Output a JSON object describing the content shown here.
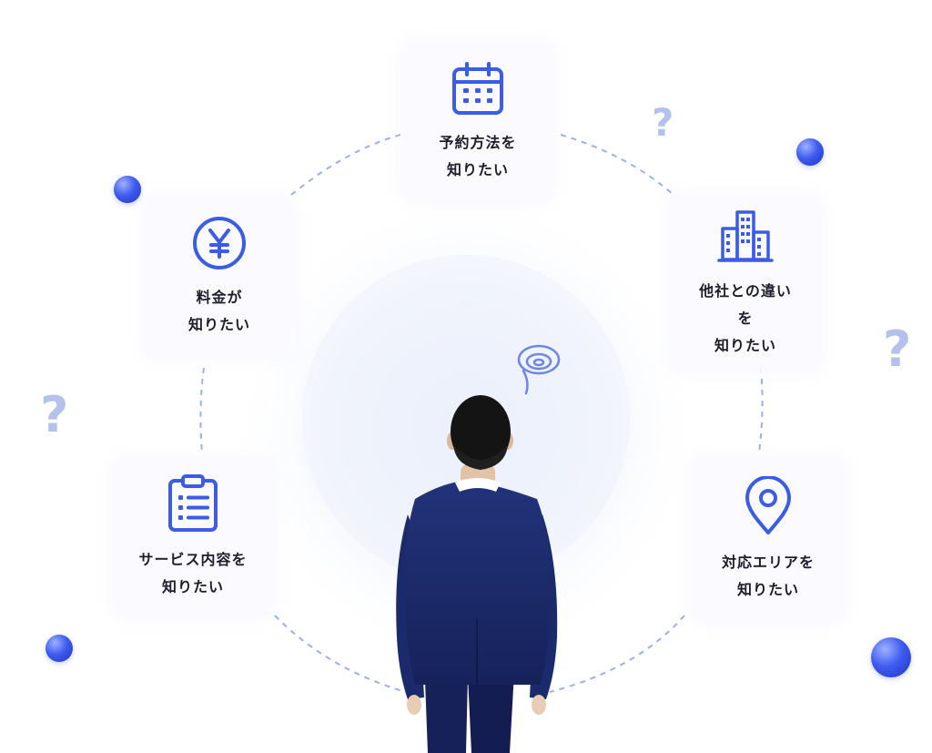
{
  "colors": {
    "accent": "#3a5ce6",
    "text": "#1d1d2b",
    "suit": "#1a2a66",
    "dashed_ring": "#9db0e8"
  },
  "cards": {
    "reservation": {
      "icon": "calendar-icon",
      "line1": "予約方法を",
      "line2": "知りたい"
    },
    "price": {
      "icon": "yen-icon",
      "line1": "料金が",
      "line2": "知りたい"
    },
    "competitors": {
      "icon": "buildings-icon",
      "line1": "他社との違い",
      "line2": "を",
      "line3": "知りたい"
    },
    "service": {
      "icon": "clipboard-icon",
      "line1": "サービス内容を",
      "line2": "知りたい"
    },
    "area": {
      "icon": "location-pin-icon",
      "line1": "対応エリアを",
      "line2": "知りたい"
    }
  },
  "question_marks": {
    "glyph": "?"
  },
  "person": {
    "icon": "thinking-swirl-icon"
  }
}
